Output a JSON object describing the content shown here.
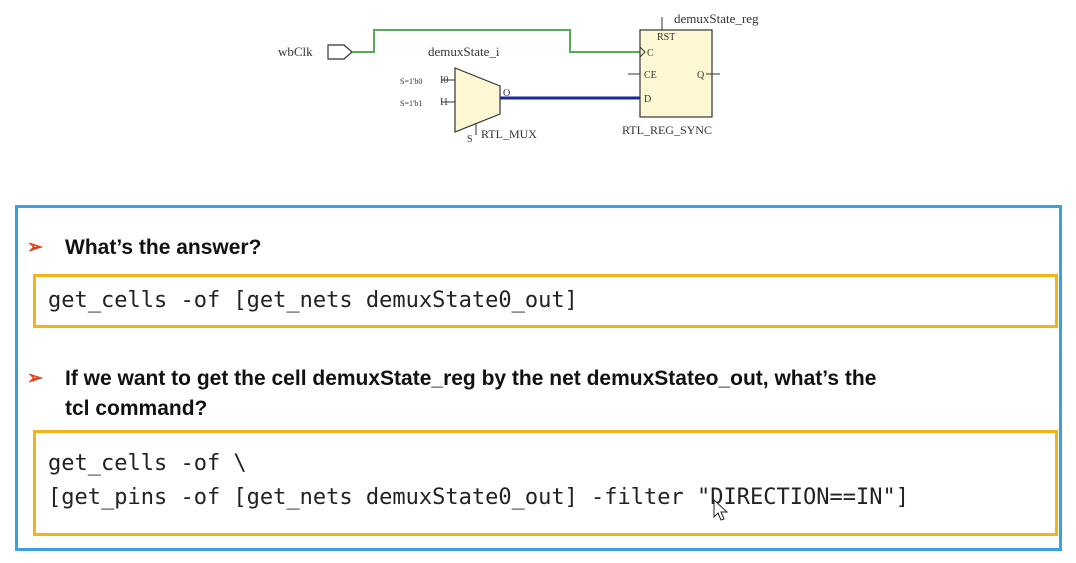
{
  "schematic": {
    "input_port": "wbClk",
    "mux": {
      "instance_name": "demuxState_i",
      "type_label": "RTL_MUX",
      "in0_cond": "S=1'b0",
      "in0_pin": "I0",
      "in1_cond": "S=1'b1",
      "in1_pin": "I1",
      "out_pin": "O",
      "sel_pin": "S"
    },
    "register": {
      "instance_name": "demuxState_reg",
      "type_label": "RTL_REG_SYNC",
      "pin_rst": "RST",
      "pin_c": "C",
      "pin_ce": "CE",
      "pin_d": "D",
      "pin_q": "Q"
    },
    "colors": {
      "net": "#5aa85a",
      "bus": "#1a2a9a",
      "reg_fill": "#fdf8d3",
      "mux_fill": "#fdf8d3"
    }
  },
  "panel": {
    "border_color": "#3aa0e0",
    "q1": {
      "bullet": "➢",
      "text": "What’s the answer?",
      "code": [
        "get_cells -of [get_nets demuxState0_out]"
      ]
    },
    "q2": {
      "bullet": "➢",
      "text_line1": "If we want to get the cell  demuxState_reg by the net demuxStateo_out, what’s the",
      "text_line2": "tcl command?",
      "code": [
        "get_cells -of \\",
        "[get_pins -of [get_nets demuxState0_out] -filter \"DIRECTION==IN\"]"
      ]
    },
    "code_border_color": "#f2b41a",
    "bullet_color": "#e0401a"
  },
  "icons": {
    "cursor": "mouse-pointer-icon"
  }
}
